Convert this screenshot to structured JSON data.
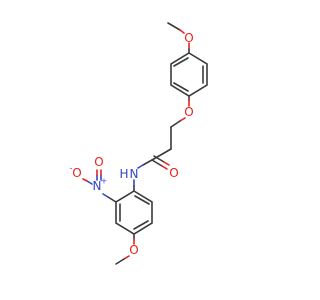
{
  "colors": {
    "background": "#ffffff",
    "carbon_bond": "#3a3a3a",
    "oxygen": "#e8221c",
    "nitrogen": "#3446c8"
  },
  "atoms": {
    "o_top_methoxy": "O",
    "o_ether": "O",
    "o_carbonyl": "O",
    "n_amide": "N",
    "h_amide": "H",
    "n_nitro": "N",
    "nitro_plus": "+",
    "o_nitro_minus": "O",
    "nitro_minus": "-",
    "o_nitro_double": "O",
    "o_bottom_methoxy": "O"
  }
}
